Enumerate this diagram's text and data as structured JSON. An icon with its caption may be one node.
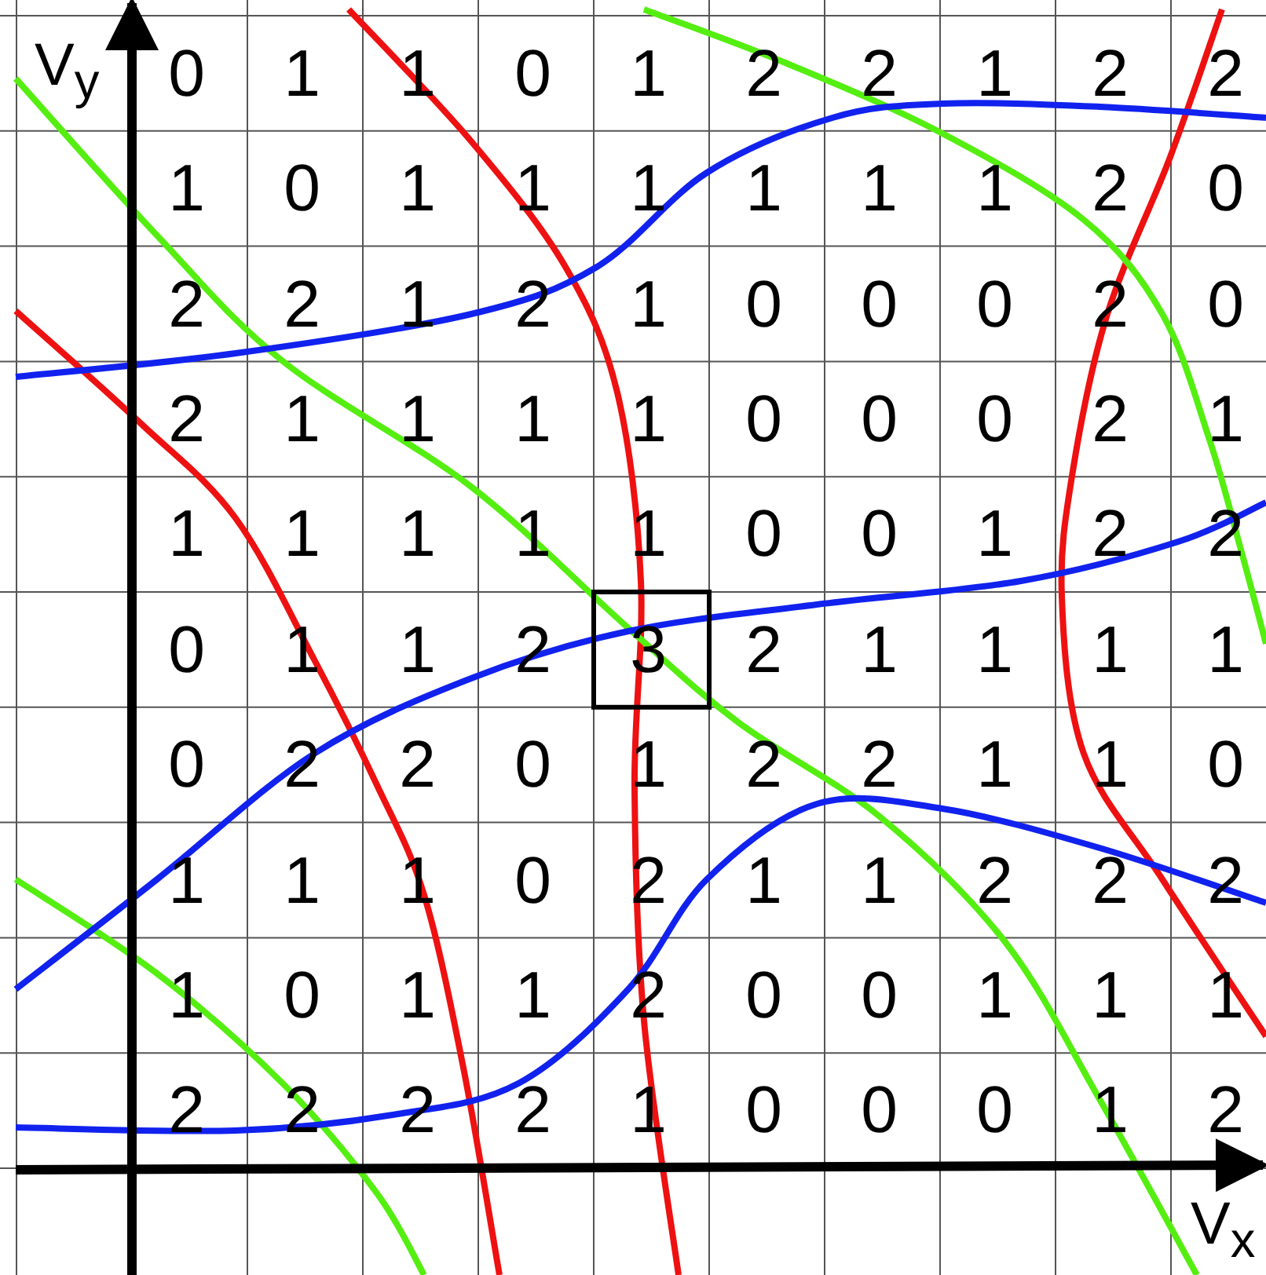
{
  "diagram": {
    "labels": [
      "V$_{y}$",
      "0",
      "1",
      "1",
      "0",
      "1",
      "2",
      "2",
      "1",
      "2",
      "2",
      "1",
      "0",
      "1",
      "1",
      "1",
      "1",
      "1",
      "1",
      "2",
      "0",
      "2",
      "2",
      "1",
      "2",
      "1",
      "0",
      "0",
      "0",
      "2",
      "0",
      "2",
      "1",
      "1",
      "1",
      "1",
      "0",
      "0",
      "0",
      "2",
      "1",
      "1",
      "1",
      "1",
      "1",
      "1",
      "0",
      "0",
      "1",
      "2",
      "2",
      "0",
      "1",
      "1",
      "2",
      "3",
      "2",
      "1",
      "1",
      "1",
      "1",
      "0",
      "2",
      "2",
      "0",
      "1",
      "2",
      "2",
      "1",
      "1",
      "0",
      "1",
      "1",
      "1",
      "0",
      "2",
      "1",
      "1",
      "2",
      "2",
      "2",
      "1",
      "0",
      "1",
      "1",
      "2",
      "0",
      "0",
      "1",
      "1",
      "1",
      "2",
      "2",
      "2",
      "2",
      "1",
      "0",
      "0",
      "0",
      "1",
      "2",
      "V$_{x}$"
    ]
  }
}
